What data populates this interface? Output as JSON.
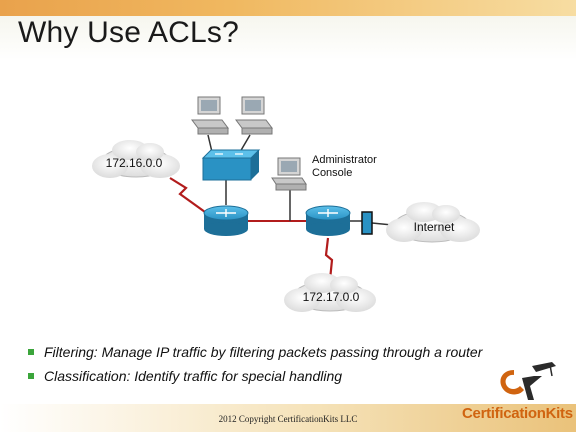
{
  "title": "Why Use ACLs?",
  "diagram": {
    "networks": {
      "net_a": "172.16.0.0",
      "net_b": "172.17.0.0",
      "internet": "Internet"
    },
    "admin_label_line1": "Administrator",
    "admin_label_line2": "Console"
  },
  "bullets": [
    "Filtering: Manage IP traffic by filtering packets passing through a router",
    "Classification: Identify traffic for special handling"
  ],
  "footer": {
    "copyright": "2012 Copyright CertificationKits  LLC",
    "brand": "CertificationKits"
  },
  "colors": {
    "router": "#2a92c4",
    "serial_link": "#b21c1c",
    "accent_orange": "#d06410",
    "bullet_green": "#3ba53b"
  }
}
